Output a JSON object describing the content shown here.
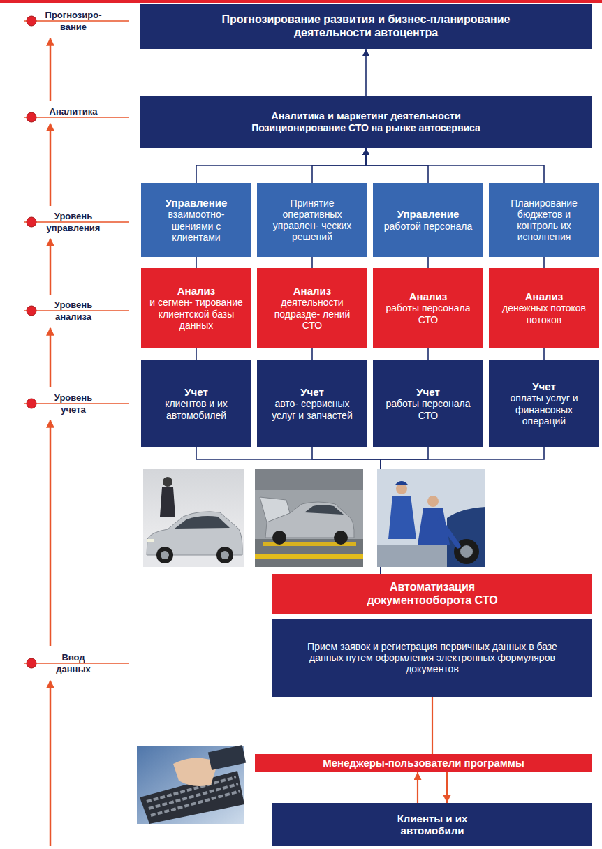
{
  "diagram": {
    "nodes": [
      {
        "text": [
          "Прогнозирование развития и бизнес-планирование деятельности автоцентра"
        ]
      },
      {
        "text": [
          "Аналитика и маркетинг деятельности",
          "Позиционирование СТО на рынке автосервиса"
        ]
      },
      {
        "text": [
          "Управление",
          "взаимоотно- шениями с клиентами"
        ]
      },
      {
        "text": [
          "Принятие оперативных управлен- ческих решений"
        ]
      },
      {
        "text": [
          "Управление",
          "работой персонала"
        ]
      },
      {
        "text": [
          "Планирование бюджетов и контроль их исполнения"
        ]
      },
      {
        "text": [
          "Анализ",
          "и сегмен- тирование клиентской базы данных"
        ]
      },
      {
        "text": [
          "Анализ",
          "деятельности подразде- лений СТО"
        ]
      },
      {
        "text": [
          "Анализ",
          "работы персонала СТО"
        ]
      },
      {
        "text": [
          "Анализ",
          "денежных потоков потоков"
        ]
      },
      {
        "text": [
          "Учет",
          "клиентов и их автомобилей"
        ]
      },
      {
        "text": [
          "Учет",
          "авто- сервисных услуг и запчастей"
        ]
      },
      {
        "text": [
          "Учет",
          "работы персонала СТО"
        ]
      },
      {
        "text": [
          "Учет",
          "оплаты услуг и финансовых операций"
        ]
      },
      {
        "text": [
          "Автоматизация документооборота СТО"
        ]
      },
      {
        "text": [
          "Прием заявок и регистрация первичных данных в базе данных путем оформления электронных формуляров документов"
        ]
      },
      {
        "text": [
          "Менеджеры-пользователи программы"
        ]
      },
      {
        "text": [
          "Клиенты и их автомобили"
        ]
      }
    ],
    "edges": [
      {
        "from": 1,
        "to": 0,
        "arrow": "to"
      },
      {
        "from": 2,
        "to": 1,
        "arrow": "to"
      },
      {
        "from": 3,
        "to": 1,
        "arrow": "to"
      },
      {
        "from": 4,
        "to": 1,
        "arrow": "to"
      },
      {
        "from": 5,
        "to": 1,
        "arrow": "to"
      },
      {
        "from": 6,
        "to": 2,
        "arrow": "none"
      },
      {
        "from": 7,
        "to": 3,
        "arrow": "none"
      },
      {
        "from": 8,
        "to": 4,
        "arrow": "none"
      },
      {
        "from": 9,
        "to": 5,
        "arrow": "none"
      },
      {
        "from": 10,
        "to": 6,
        "arrow": "none"
      },
      {
        "from": 11,
        "to": 7,
        "arrow": "none"
      },
      {
        "from": 12,
        "to": 8,
        "arrow": "none"
      },
      {
        "from": 13,
        "to": 9,
        "arrow": "none"
      },
      {
        "from": 14,
        "to": 10,
        "arrow": "none"
      },
      {
        "from": 14,
        "to": 11,
        "arrow": "none"
      },
      {
        "from": 14,
        "to": 12,
        "arrow": "none"
      },
      {
        "from": 14,
        "to": 13,
        "arrow": "none"
      },
      {
        "from": 15,
        "to": 16,
        "arrow": "none"
      },
      {
        "from": 17,
        "to": 16,
        "arrow": "to"
      },
      {
        "from": 16,
        "to": 17,
        "arrow": "to"
      }
    ],
    "labels": [
      "Прогнозиро- вание",
      "Аналитика",
      "Уровень управления",
      "Уровень анализа",
      "Уровень учета",
      "Ввод данных"
    ]
  }
}
